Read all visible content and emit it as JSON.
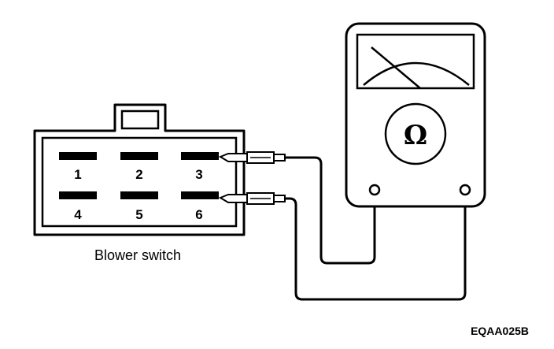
{
  "connector": {
    "caption": "Blower switch",
    "pins": [
      {
        "label": "1"
      },
      {
        "label": "2"
      },
      {
        "label": "3"
      },
      {
        "label": "4"
      },
      {
        "label": "5"
      },
      {
        "label": "6"
      }
    ]
  },
  "meter": {
    "symbol": "Ω"
  },
  "figure_code": "EQAA025B"
}
